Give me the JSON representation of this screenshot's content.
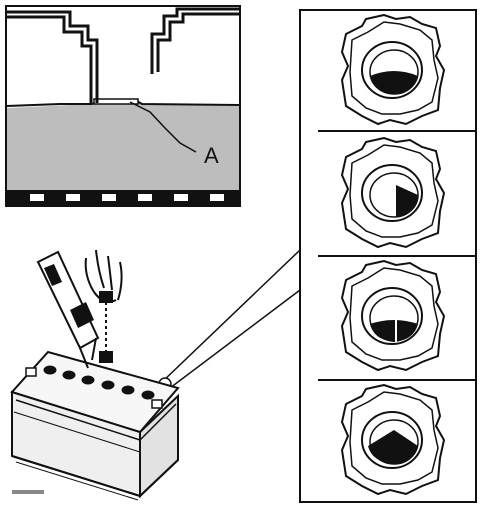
{
  "figure": {
    "callout_label": "A"
  },
  "colors": {
    "ink": "#111111",
    "electrolyte_fill": "#bdbdbd",
    "battery_fill": "#efefef",
    "paper": "#ffffff"
  },
  "icons": {
    "cutaway_panel": "cell-cross-section",
    "battery": "car-battery",
    "hydrometer_tube": "inspection-tube",
    "hand": "hand-holding-cap",
    "indicator_states": [
      "level-low",
      "level-half",
      "level-line",
      "level-ok"
    ]
  }
}
